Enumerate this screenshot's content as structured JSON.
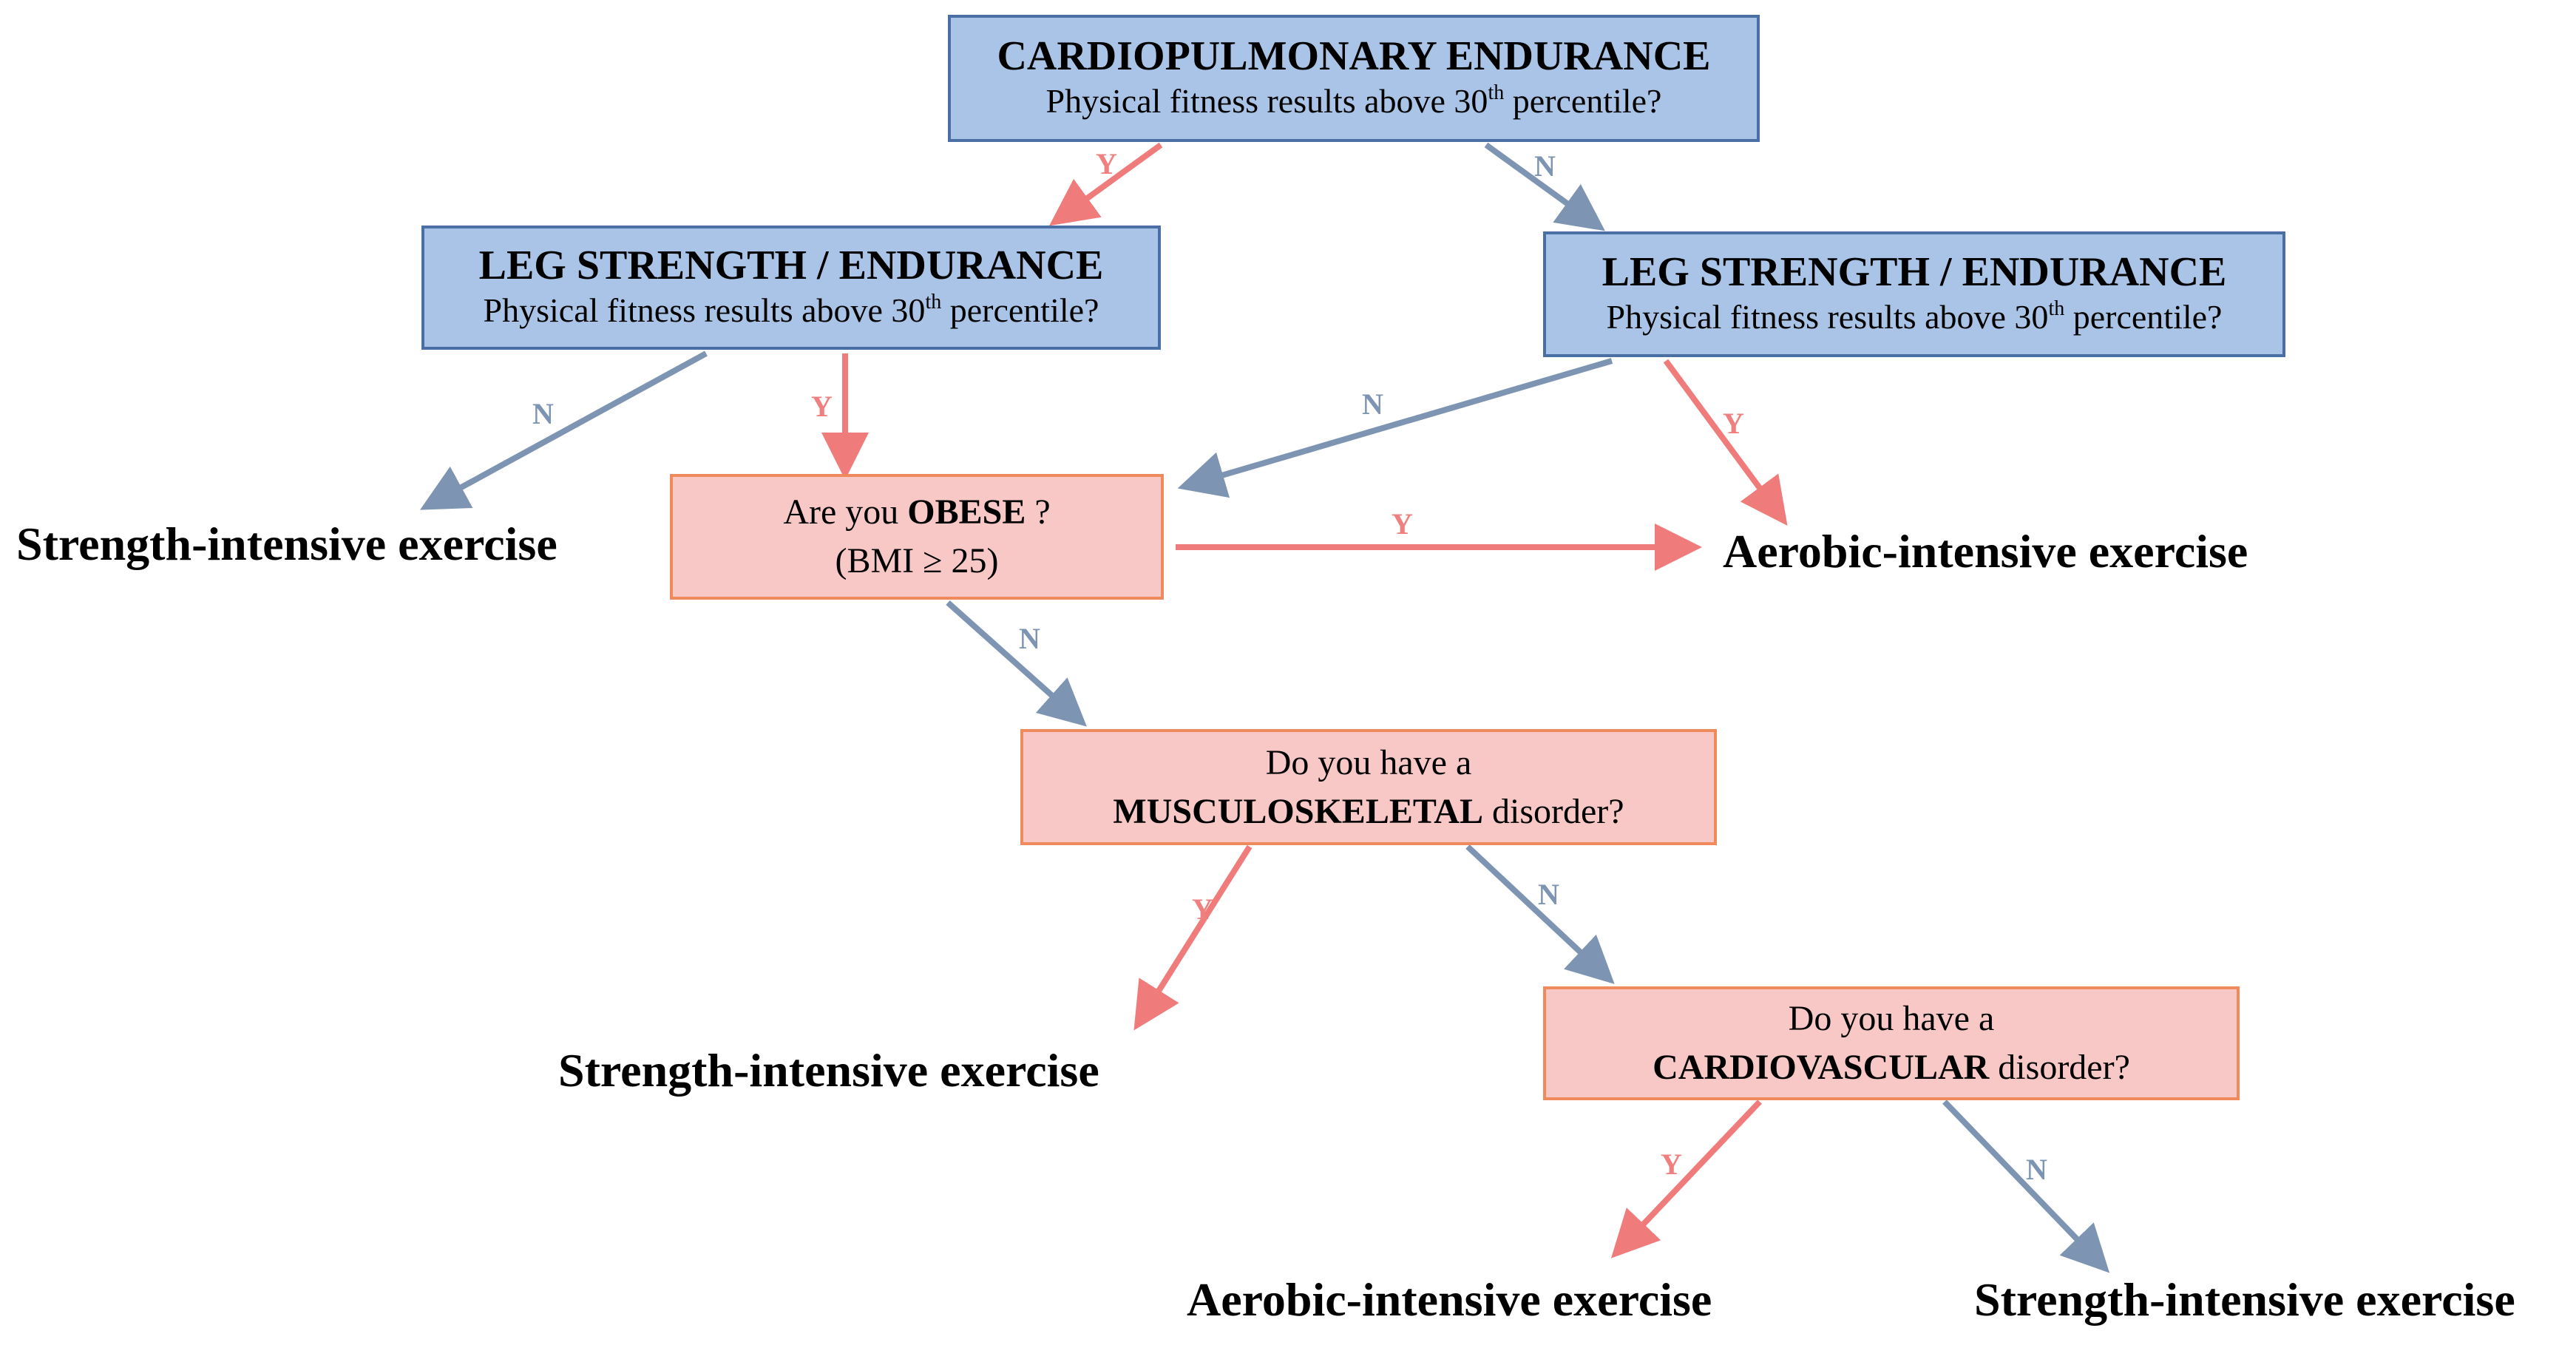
{
  "colors": {
    "blue_box_fill": "#a9c4e6",
    "blue_box_border": "#4a6fa5",
    "pink_box_fill": "#f8c8c6",
    "pink_box_border": "#ef8a5c",
    "yes_arrow": "#f07b7b",
    "no_arrow": "#7d95b2"
  },
  "nodes": {
    "cardio": {
      "title": "CARDIOPULMONARY ENDURANCE",
      "q_pre": "Physical fitness results above 30",
      "q_sup": "th",
      "q_post": " percentile?"
    },
    "leg_left": {
      "title": "LEG STRENGTH / ENDURANCE",
      "q_pre": "Physical fitness results above 30",
      "q_sup": "th",
      "q_post": " percentile?"
    },
    "leg_right": {
      "title": "LEG STRENGTH / ENDURANCE",
      "q_pre": "Physical fitness results above 30",
      "q_sup": "th",
      "q_post": " percentile?"
    },
    "obese": {
      "pre": "Are you ",
      "bold": "OBESE",
      "post": " ?",
      "line2": "(BMI ≥ 25)"
    },
    "musculo": {
      "line1": "Do you have a",
      "bold": "MUSCULOSKELETAL",
      "post": " disorder?"
    },
    "cardiovascular": {
      "line1": "Do you have a",
      "bold": "CARDIOVASCULAR",
      "post": " disorder?"
    }
  },
  "outcomes": {
    "strength_1": "Strength-intensive exercise",
    "aerobic_1": "Aerobic-intensive exercise",
    "strength_2": "Strength-intensive exercise",
    "aerobic_2": "Aerobic-intensive exercise",
    "strength_3": "Strength-intensive exercise"
  },
  "edge_labels": {
    "yes": "Y",
    "no": "N"
  }
}
